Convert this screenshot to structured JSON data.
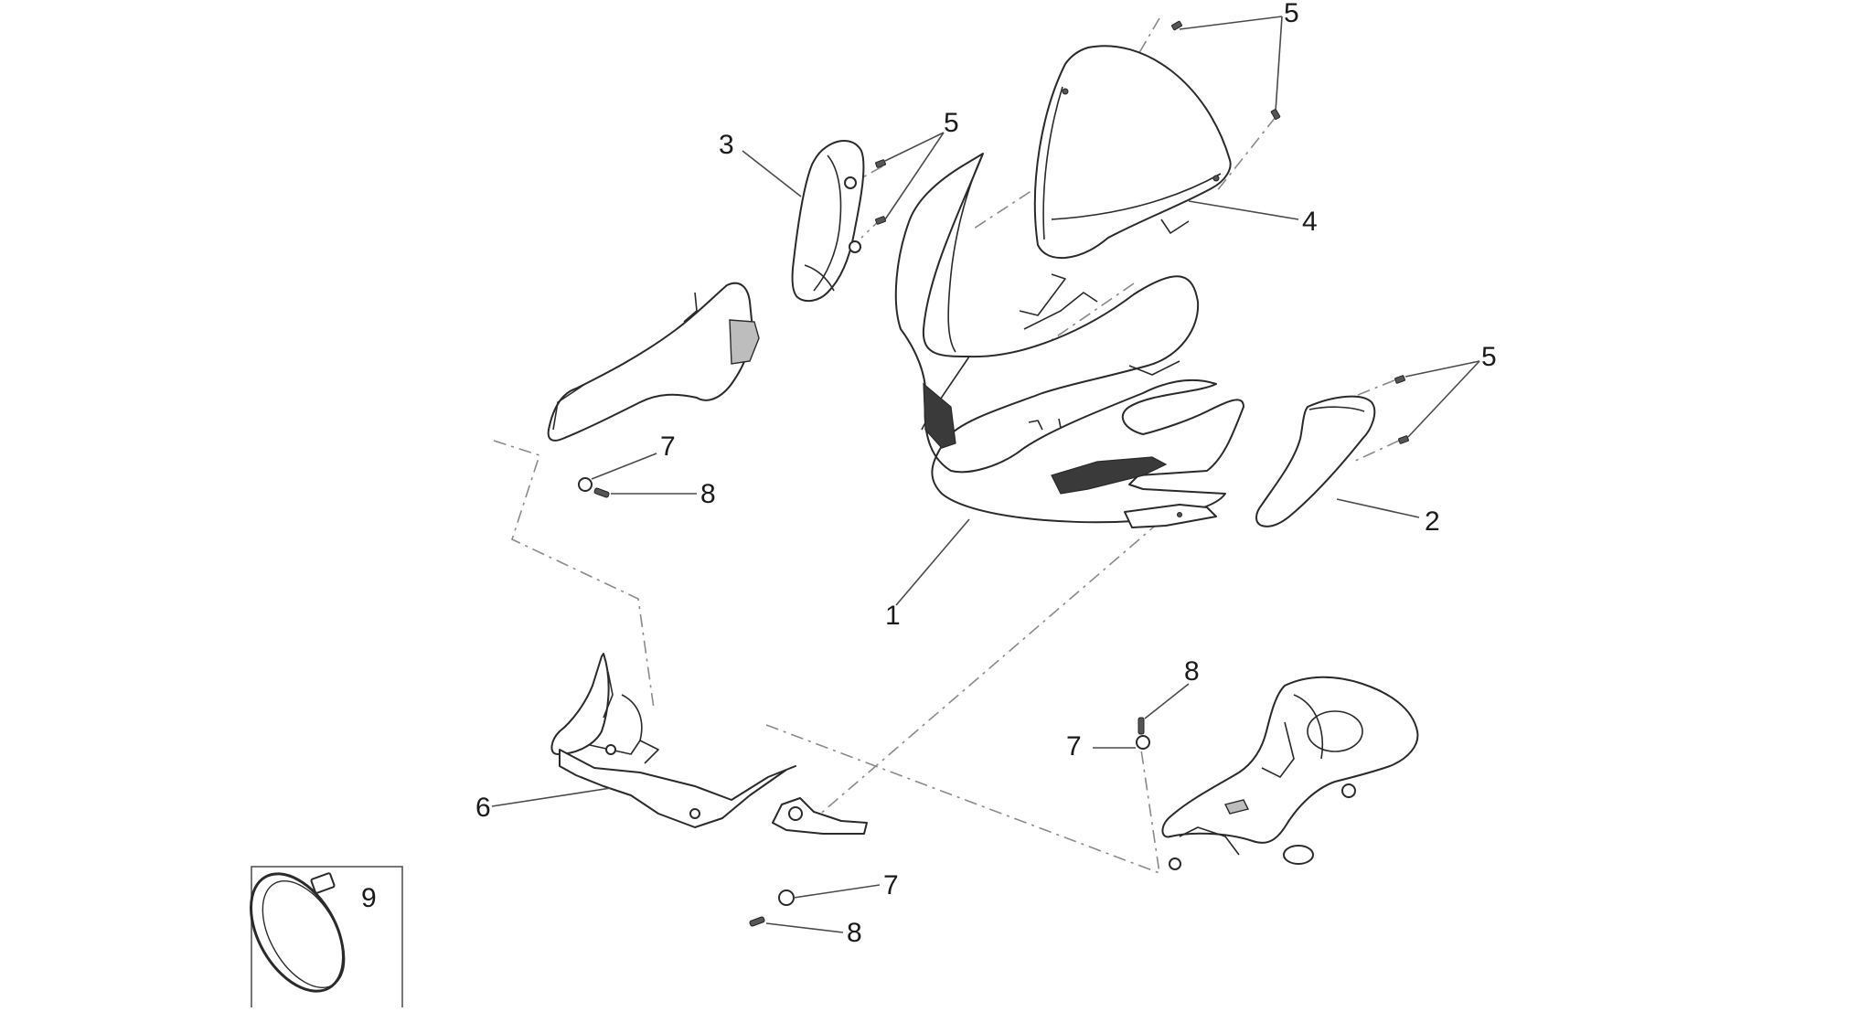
{
  "diagram": {
    "background": "#ffffff",
    "line_color": "#2a2a2a",
    "callouts": {
      "c1": "1",
      "c2": "2",
      "c3": "3",
      "c4": "4",
      "c5a": "5",
      "c5b": "5",
      "c5c": "5",
      "c6": "6",
      "c7a": "7",
      "c7b": "7",
      "c7c": "7",
      "c8a": "8",
      "c8b": "8",
      "c8c": "8",
      "c9": "9"
    },
    "parts": [
      "front-fairing-icon",
      "side-panel-right-icon",
      "side-panel-left-icon",
      "windscreen-icon",
      "screw-icon",
      "fairing-support-bracket-icon",
      "washer-icon",
      "cable-clamp-icon",
      "inner-panel-left-icon",
      "inner-panel-right-icon"
    ]
  }
}
